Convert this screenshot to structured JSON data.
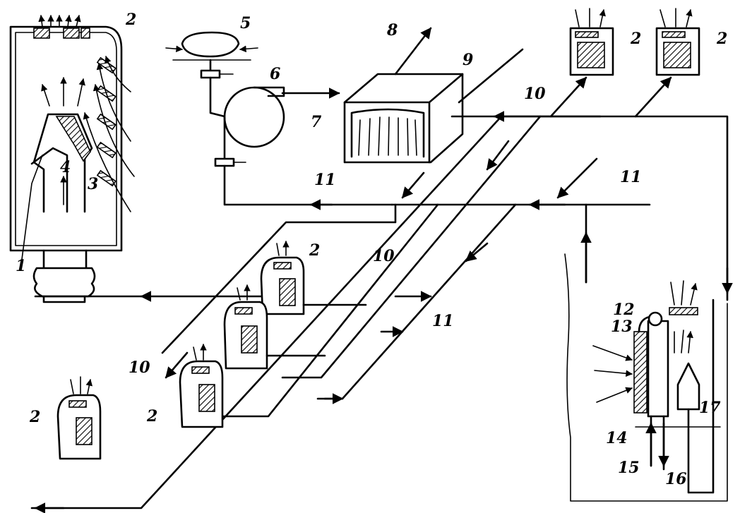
{
  "labels": {
    "n1": "1",
    "n2": "2",
    "n3": "3",
    "n4": "4",
    "n5": "5",
    "n6": "6",
    "n7": "7",
    "n8": "8",
    "n9": "9",
    "n10": "10",
    "n11": "11",
    "n12": "12",
    "n13": "13",
    "n14": "14",
    "n15": "15",
    "n16": "16",
    "n17": "17"
  }
}
